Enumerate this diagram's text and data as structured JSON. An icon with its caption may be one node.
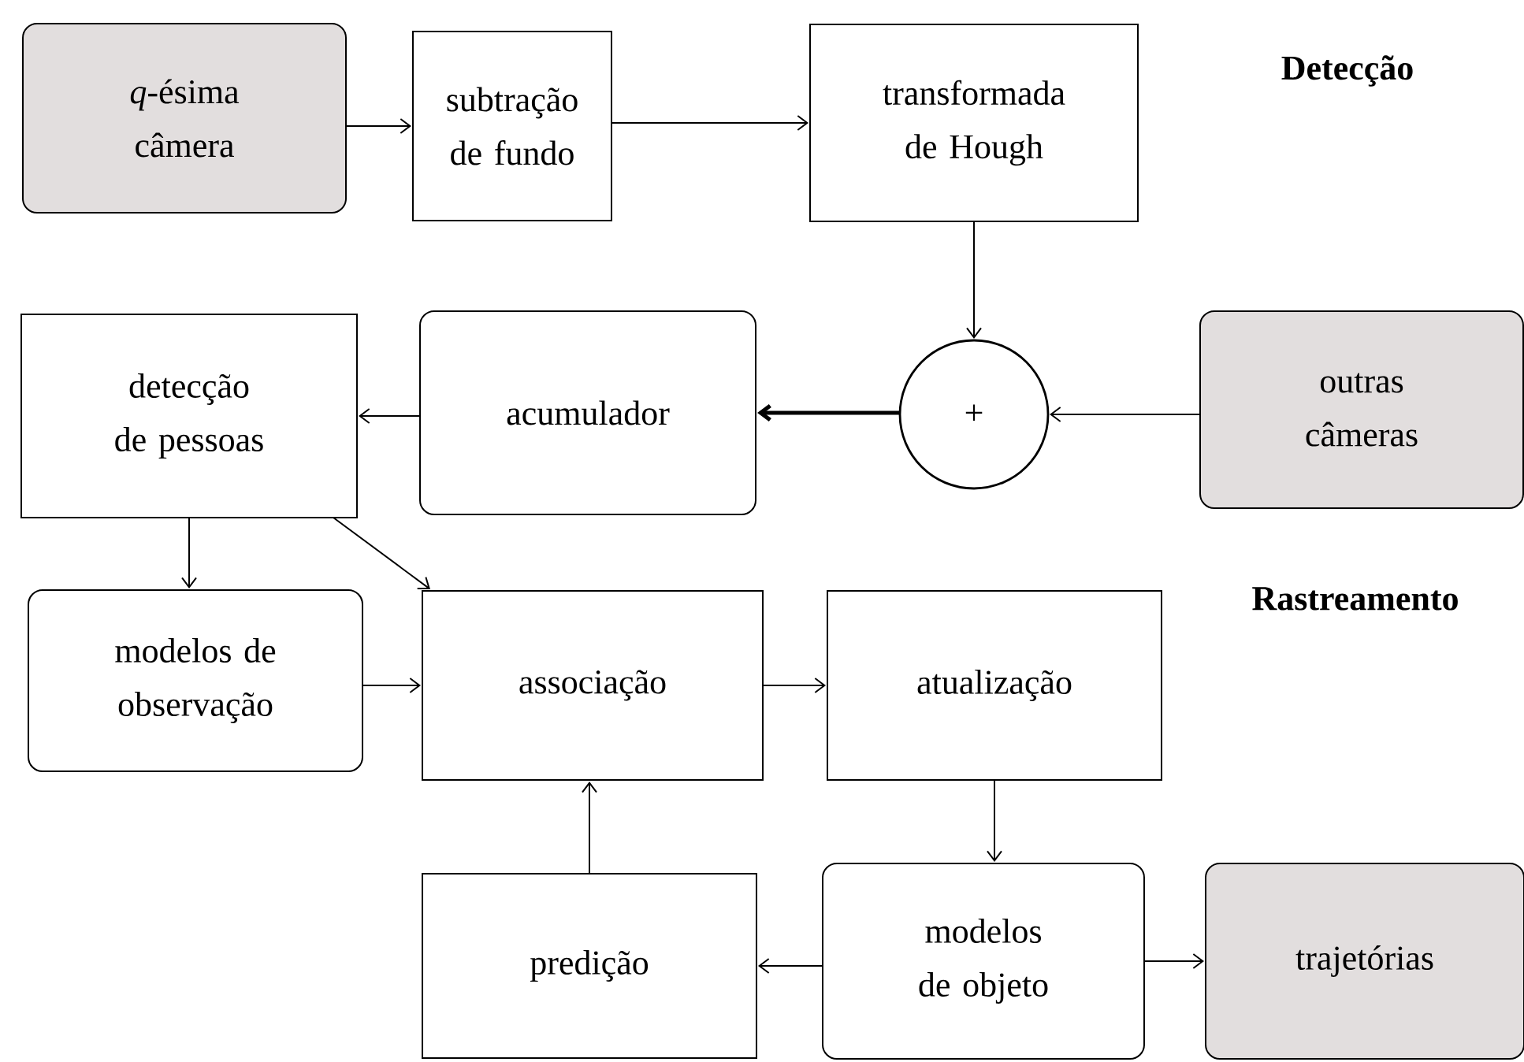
{
  "diagram": {
    "nodes": [
      {
        "text": [
          "*q*-ésima câmera"
        ]
      },
      {
        "text": [
          "subtração de fundo"
        ]
      },
      {
        "text": [
          "transformada de Hough"
        ]
      },
      {
        "text": [
          "+"
        ]
      },
      {
        "text": [
          "outras câmeras"
        ]
      },
      {
        "text": [
          "acumulador"
        ]
      },
      {
        "text": [
          "detecção de pessoas"
        ]
      },
      {
        "text": [
          "modelos de observação"
        ]
      },
      {
        "text": [
          "associação"
        ]
      },
      {
        "text": [
          "atualização"
        ]
      },
      {
        "text": [
          "predição"
        ]
      },
      {
        "text": [
          "modelos de objeto"
        ]
      },
      {
        "text": [
          "trajetórias"
        ]
      }
    ],
    "edges": [
      {
        "from": 0,
        "to": 1,
        "arrow": "to"
      },
      {
        "from": 1,
        "to": 2,
        "arrow": "to"
      },
      {
        "from": 2,
        "to": 3,
        "arrow": "to"
      },
      {
        "from": 4,
        "to": 3,
        "arrow": "to"
      },
      {
        "from": 3,
        "to": 5,
        "arrow": "to",
        "style": "thick"
      },
      {
        "from": 5,
        "to": 6,
        "arrow": "to"
      },
      {
        "from": 6,
        "to": 7,
        "arrow": "to"
      },
      {
        "from": 6,
        "to": 8,
        "arrow": "to"
      },
      {
        "from": 7,
        "to": 8,
        "arrow": "to"
      },
      {
        "from": 8,
        "to": 9,
        "arrow": "to"
      },
      {
        "from": 9,
        "to": 11,
        "arrow": "to"
      },
      {
        "from": 11,
        "to": 10,
        "arrow": "to"
      },
      {
        "from": 11,
        "to": 12,
        "arrow": "to"
      },
      {
        "from": 10,
        "to": 8,
        "arrow": "to"
      }
    ],
    "labels": [
      "Detecção",
      "Rastreamento"
    ]
  }
}
